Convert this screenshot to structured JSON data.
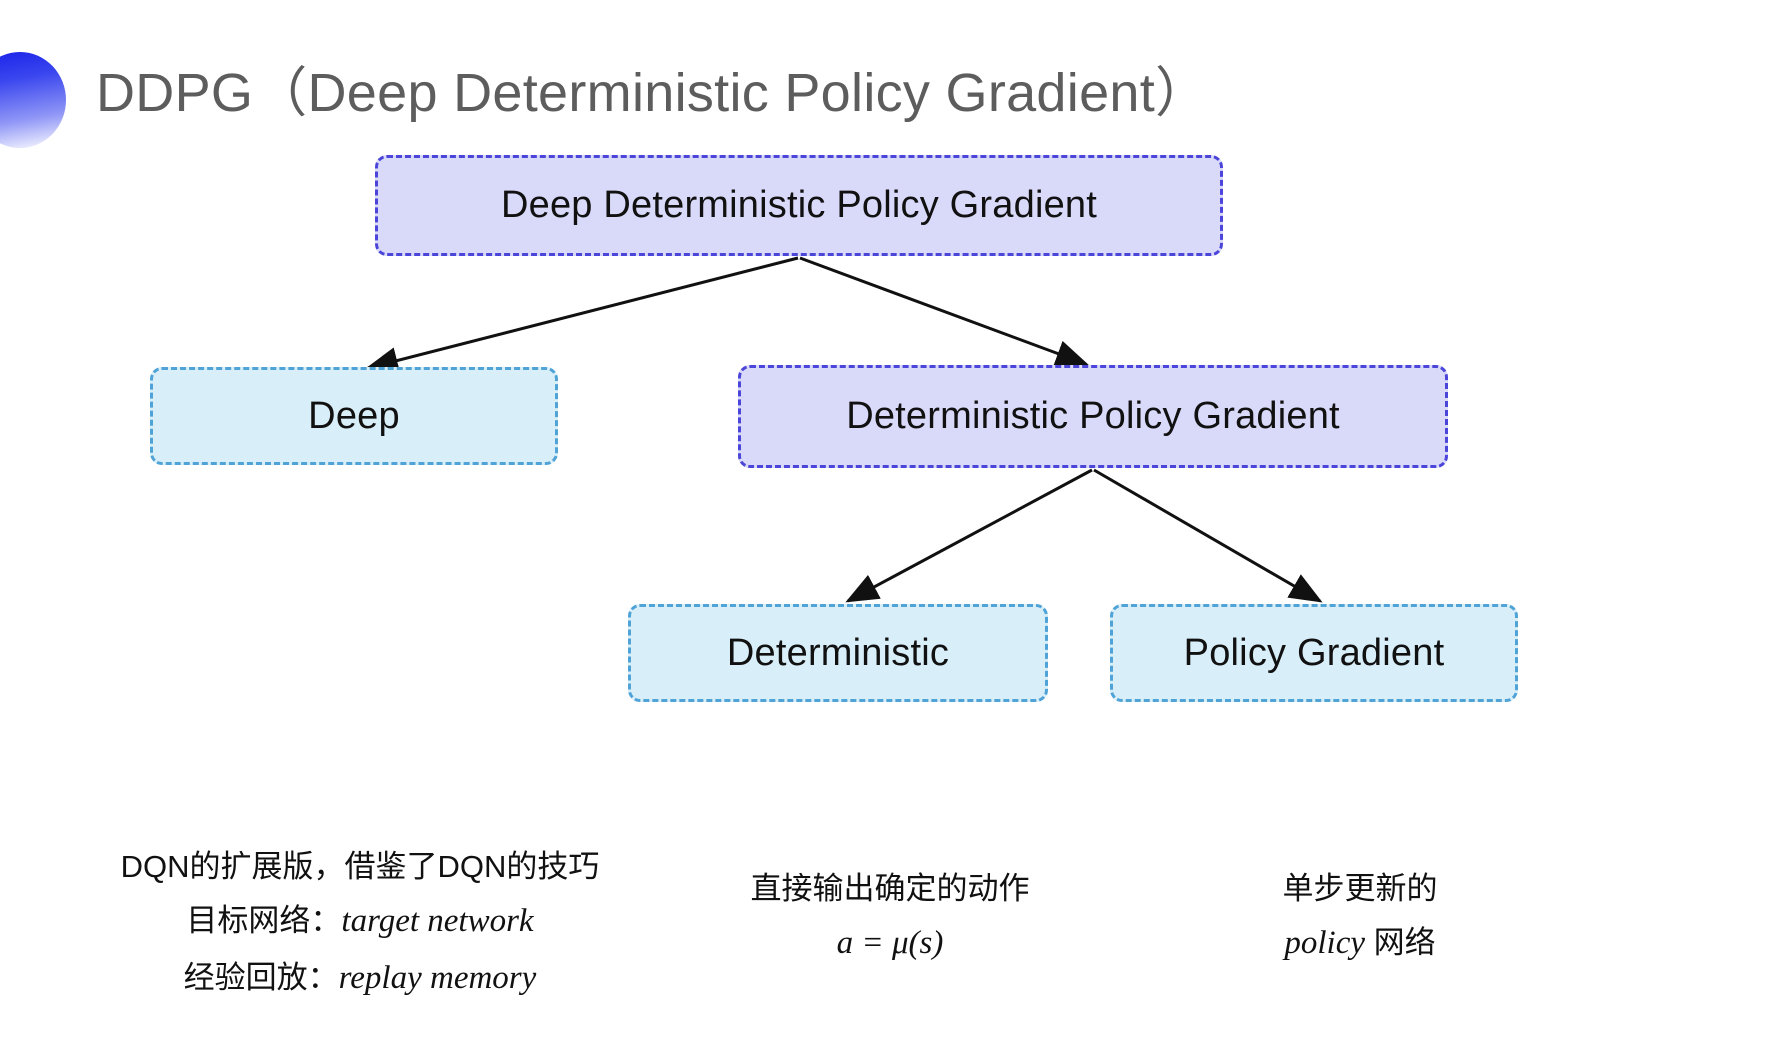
{
  "slide": {
    "title": "DDPG（Deep Deterministic Policy Gradient）",
    "background_color": "#ffffff",
    "title_color": "#5d5d5d",
    "decoration_gradient_from": "#1820e8",
    "decoration_gradient_to": "#ffffff"
  },
  "nodes": {
    "root": {
      "label": "Deep Deterministic Policy Gradient",
      "fill": "#d9d9fa",
      "border": "#4b46d9",
      "style": "dashed"
    },
    "deep": {
      "label": "Deep",
      "fill": "#d8eef9",
      "border": "#4fa3d6",
      "style": "dashed"
    },
    "dpg": {
      "label": "Deterministic Policy Gradient",
      "fill": "#d9d9fa",
      "border": "#4b46d9",
      "style": "dashed"
    },
    "deterministic": {
      "label": "Deterministic",
      "fill": "#d8eef9",
      "border": "#4fa3d6",
      "style": "dashed"
    },
    "policy_gradient": {
      "label": "Policy Gradient",
      "fill": "#d8eef9",
      "border": "#4fa3d6",
      "style": "dashed"
    }
  },
  "arrows": {
    "color": "#111111",
    "items": [
      {
        "name": "root-to-deep",
        "from": "root",
        "to": "deep"
      },
      {
        "name": "root-to-dpg",
        "from": "root",
        "to": "dpg"
      },
      {
        "name": "dpg-to-deterministic",
        "from": "dpg",
        "to": "deterministic"
      },
      {
        "name": "dpg-to-policy-gradient",
        "from": "dpg",
        "to": "policy_gradient"
      }
    ]
  },
  "captions": {
    "deep": {
      "line1": "DQN的扩展版，借鉴了DQN的技巧",
      "line2_label": "目标网络：",
      "line2_term": "target network",
      "line3_label": "经验回放：",
      "line3_term": "replay memory"
    },
    "deterministic": {
      "line1": "直接输出确定的动作",
      "formula": "a = μ(s)"
    },
    "policy_gradient": {
      "line1": "单步更新的",
      "line2_term": "policy",
      "line2_suffix": " 网络"
    }
  }
}
